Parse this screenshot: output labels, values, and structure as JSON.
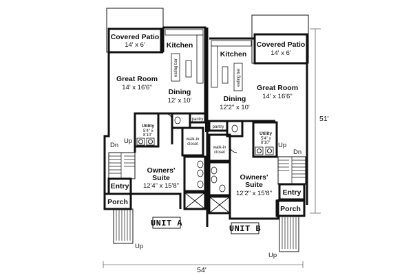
{
  "unit_a": {
    "covered_patio": {
      "label": "Covered Patio",
      "dim": "14' x 6'"
    },
    "kitchen": {
      "label": "Kitchen",
      "eating_bar": "eating bar"
    },
    "great_room": {
      "label": "Great Room",
      "dim": "14' x 16'6\""
    },
    "dining": {
      "label": "Dining",
      "dim": "12' x 10'"
    },
    "pantry": "pantry",
    "utility": {
      "label": "Utility",
      "dim1": "5'4\" x",
      "dim2": "8'10\""
    },
    "walk_in": {
      "line1": "walk-in",
      "line2": "closet"
    },
    "dn": "Dn",
    "up_top": "Up",
    "owners_suite": {
      "line1": "Owners'",
      "line2": "Suite",
      "dim": "12'4\" x 15'8\""
    },
    "entry": "Entry",
    "porch": "Porch",
    "unit_label": "UNIT A",
    "up_bottom": "Up"
  },
  "unit_b": {
    "covered_patio": {
      "label": "Covered Patio",
      "dim": "14' x 6'"
    },
    "kitchen": {
      "label": "Kitchen",
      "eating_bar": "eating bar"
    },
    "great_room": {
      "label": "Great Room",
      "dim": "14' x 16'6\""
    },
    "dining": {
      "label": "Dining",
      "dim": "12'2\" x 10'"
    },
    "pantry": "pantry",
    "utility": {
      "label": "Utility",
      "dim1": "5'4\" x",
      "dim2": "8'10\""
    },
    "walk_in": {
      "line1": "walk-in",
      "line2": "closet"
    },
    "up_top": "Up",
    "dn": "Dn",
    "owners_suite": {
      "line1": "Owners'",
      "line2": "Suite",
      "dim": "12'2\" x 15'8\""
    },
    "entry": "Entry",
    "porch": "Porch",
    "unit_label": "UNIT B",
    "up_bottom": "Up"
  },
  "overall": {
    "depth": "51'",
    "width": "54'"
  }
}
